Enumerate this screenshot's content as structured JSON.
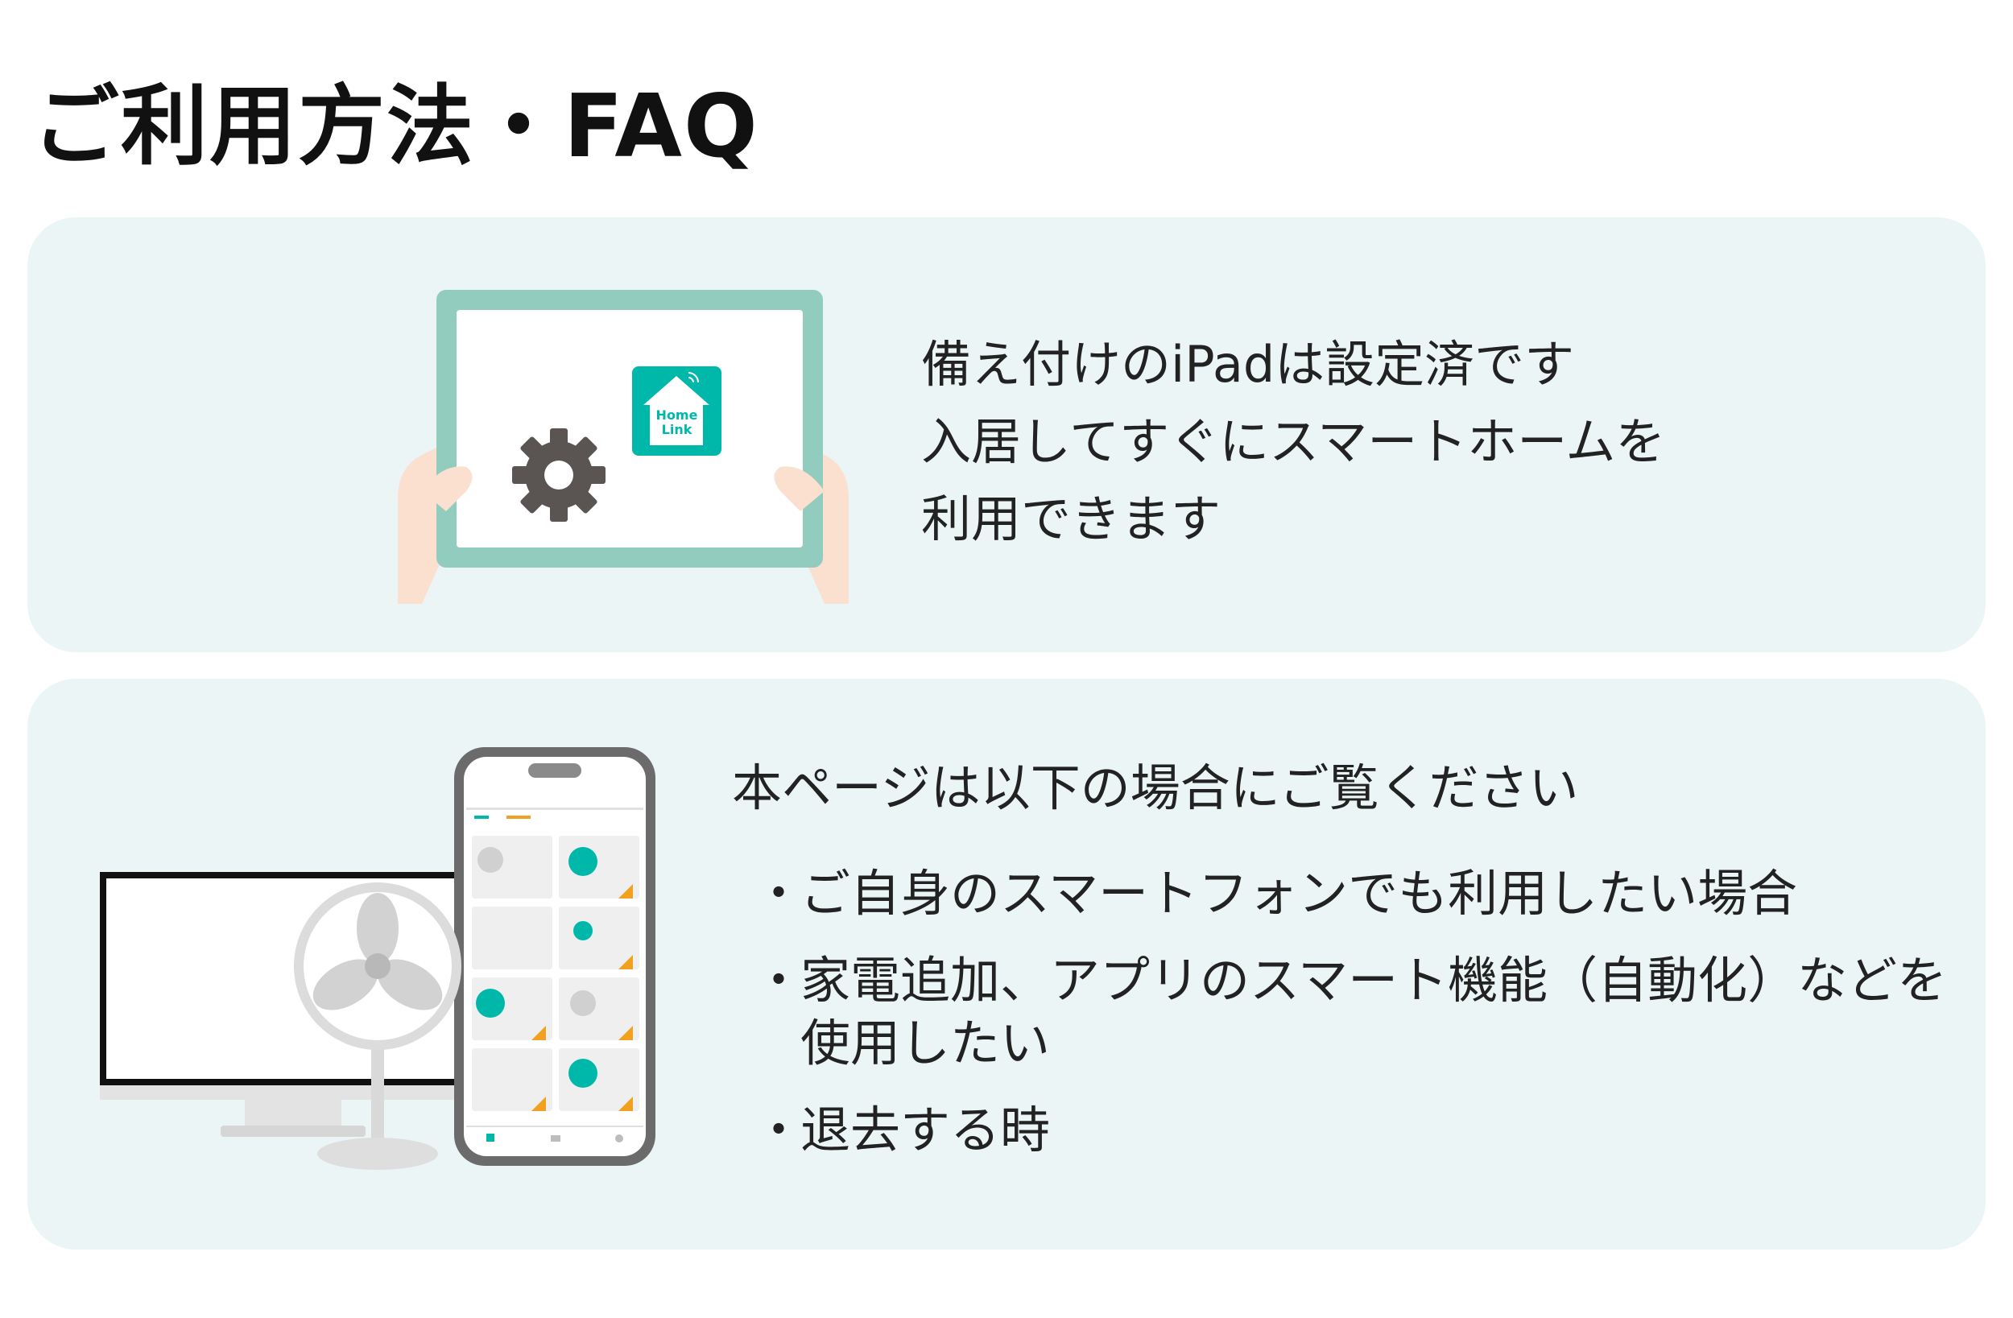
{
  "header": {
    "title": "ご利用方法・FAQ"
  },
  "card_ipad": {
    "lines": [
      "備え付けのiPadは設定済です",
      "入居してすぐにスマートホームを",
      "利用できます"
    ],
    "app_icon": {
      "label_line1": "Home",
      "label_line2": "Link",
      "icon": "home-link-app-icon"
    }
  },
  "card_smartphone": {
    "intro": "本ページは以下の場合にご覧ください",
    "bullet_mark": "・",
    "bullets": [
      "ご自身のスマートフォンでも利用したい場合",
      "家電追加、アプリのスマート機能（自動化）などを使用したい",
      "退去する時"
    ]
  },
  "colors": {
    "card_bg": "#ebf5f5",
    "tablet_frame": "#92ccbe",
    "app_accent": "#00b8aa",
    "orange_accent": "#f2a020",
    "gear": "#5a5552"
  }
}
